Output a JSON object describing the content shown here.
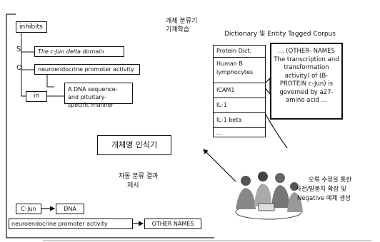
{
  "frame_labels": {
    "tree": {
      "root": "inhibits",
      "s_label": "S",
      "o_label": "O",
      "subject": "The c-Jun delta domain",
      "object": "neuroendocrine promoter activity",
      "prep": "in",
      "prep_object": "A DNA sequence- and pituitary- specific manner"
    },
    "classifier": {
      "title_line1": "개체 분류기",
      "title_line2": "기계학습"
    },
    "corpus_title": "Dictionary 및 Entity Tagged Corpus",
    "dictionary_items": [
      "Protein Dict.",
      "Human B lymphocytes",
      "ICAM1",
      "IL-1",
      "IL-1 beta",
      "…"
    ],
    "callout_text": "… (OTHER- NAMES The transcription and transformation activity) of (B-PROTEIN c-Jun) is governed by a27- amino acid …",
    "recognizer_label": "개체명 인식기",
    "auto_result_line1": "자동 분류 결과",
    "auto_result_line2": "제시",
    "people_caption_line1": "오류 수정을 통한",
    "people_caption_line2": "사전/말뭉치 확장 및",
    "people_caption_line3": "Negative 예제 생성",
    "result_rows": [
      {
        "left": "C-Jun",
        "right": "DNA"
      },
      {
        "left": "neuroendocrine promoter activity",
        "right": "OTHER NAMES"
      }
    ]
  }
}
